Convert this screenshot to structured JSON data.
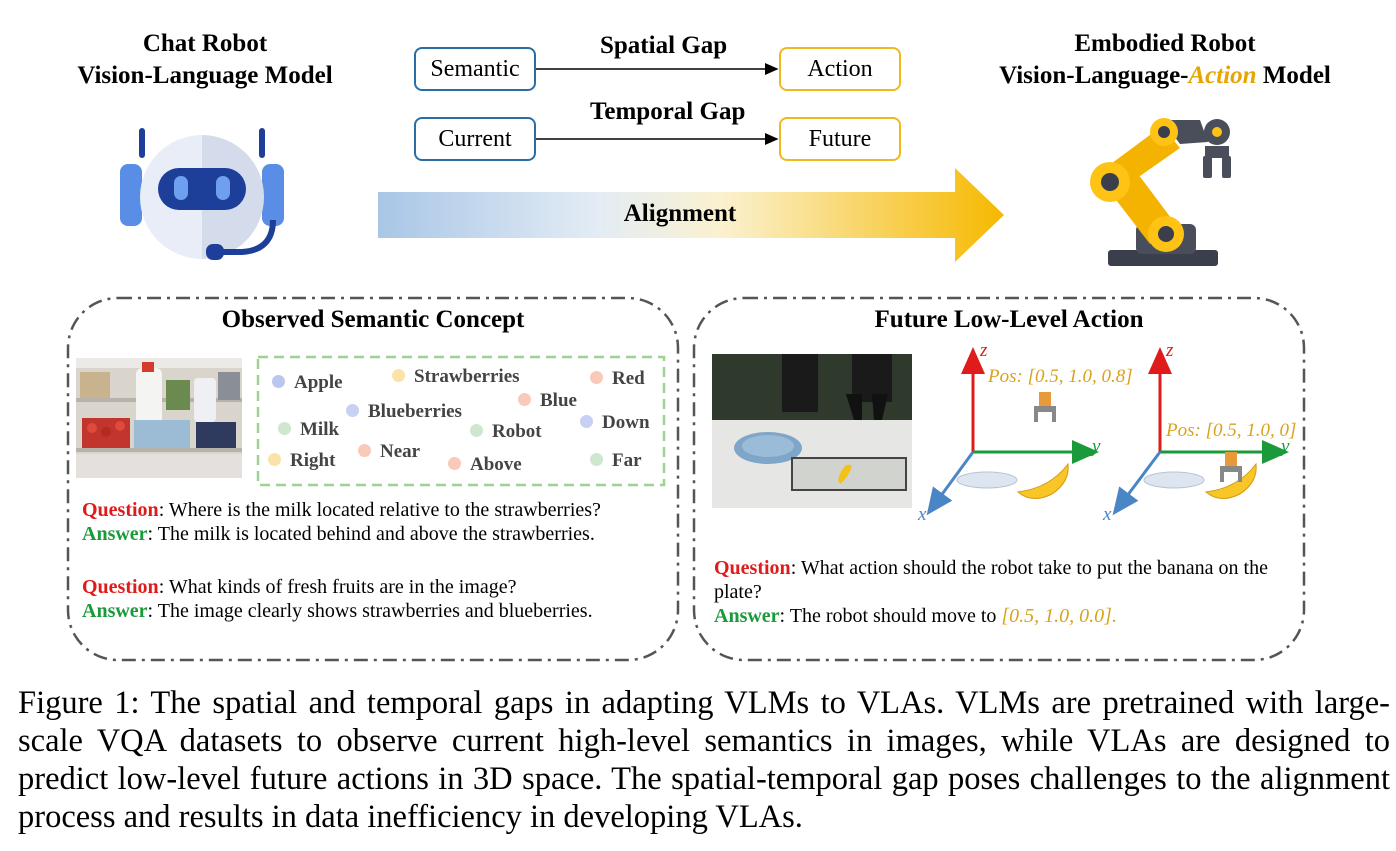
{
  "header": {
    "left_line1": "Chat Robot",
    "left_line2": "Vision-Language Model",
    "right_line1": "Embodied Robot",
    "right_line2_pre": "Vision-Language-",
    "right_line2_action": "Action",
    "right_line2_post": " Model"
  },
  "gaps": {
    "spatial_label": "Spatial Gap",
    "temporal_label": "Temporal Gap",
    "semantic": "Semantic",
    "action": "Action",
    "current": "Current",
    "future": "Future",
    "alignment": "Alignment"
  },
  "left_panel": {
    "title": "Observed Semantic Concept",
    "words": [
      {
        "text": "Apple",
        "color": "#b9c6ee"
      },
      {
        "text": "Strawberries",
        "color": "#fbe3a7"
      },
      {
        "text": "Red",
        "color": "#f9c9b9"
      },
      {
        "text": "Blue",
        "color": "#f9c9b9"
      },
      {
        "text": "Blueberries",
        "color": "#c8d0f3"
      },
      {
        "text": "Down",
        "color": "#c8d0f3"
      },
      {
        "text": "Milk",
        "color": "#cfe6cf"
      },
      {
        "text": "Robot",
        "color": "#cfe6cf"
      },
      {
        "text": "Near",
        "color": "#f9c9b9"
      },
      {
        "text": "Right",
        "color": "#fbe3a7"
      },
      {
        "text": "Above",
        "color": "#f9c9b9"
      },
      {
        "text": "Far",
        "color": "#cfe6cf"
      }
    ],
    "q1_label": "Question",
    "q1_text": ": Where is the milk located relative to the strawberries?",
    "a1_label": "Answer",
    "a1_text": ": The milk is located behind and above the strawberries.",
    "q2_label": "Question",
    "q2_text": ": What kinds of fresh fruits are in the image?",
    "a2_label": "Answer",
    "a2_text": ": The image clearly shows strawberries and blueberries."
  },
  "right_panel": {
    "title": "Future Low-Level Action",
    "axis_z": "z",
    "axis_y": "y",
    "axis_x": "x",
    "pos1": "Pos: [0.5, 1.0, 0.8]",
    "pos2": "Pos: [0.5, 1.0, 0]",
    "q_label": "Question",
    "q_text": ": What action should the robot take to put the banana on the plate?",
    "a_label": "Answer",
    "a_text": ": The robot should move to ",
    "a_value": "[0.5, 1.0, 0.0]."
  },
  "caption": "Figure 1: The spatial and temporal gaps in adapting VLMs to VLAs. VLMs are pretrained with large-scale VQA datasets to observe current high-level semantics in images, while VLAs are designed to predict low-level future actions in 3D space. The spatial-temporal gap poses challenges to the alignment process and results in data inefficiency in developing VLAs."
}
